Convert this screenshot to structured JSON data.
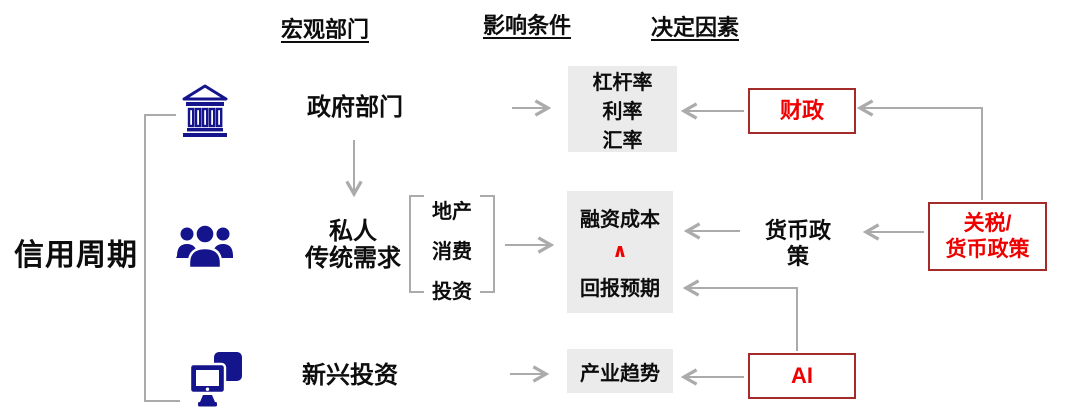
{
  "diagram": {
    "left_label": "信用周期",
    "headers": {
      "macro_sector": "宏观部门",
      "influencing_conditions": "影响条件",
      "determining_factors": "决定因素"
    },
    "sectors": {
      "government": "政府部门",
      "private_line1": "私人",
      "private_line2": "传统需求",
      "private_sub_items": [
        "地产",
        "消费",
        "投资"
      ],
      "emerging": "新兴投资"
    },
    "conditions": {
      "government_box": [
        "杠杆率",
        "利率",
        "汇率"
      ],
      "private_box": {
        "top": "融资成本",
        "caret": "∧",
        "bottom": "回报预期"
      },
      "emerging_box": "产业趋势"
    },
    "factors": {
      "fiscal": "财政",
      "monetary_line1": "货币政",
      "monetary_line2": "策",
      "tariff_line1": "关税/",
      "tariff_line2": "货币政策",
      "ai": "AI"
    },
    "icons": [
      "bank-icon",
      "people-icon",
      "monitors-icon"
    ],
    "colors": {
      "icon_navy": "#14148C",
      "red_text": "#EE0000",
      "red_box_border": "#A52A2A",
      "connector_gray": "#ABABAB",
      "condition_box_bg": "#EBEBEB"
    }
  }
}
